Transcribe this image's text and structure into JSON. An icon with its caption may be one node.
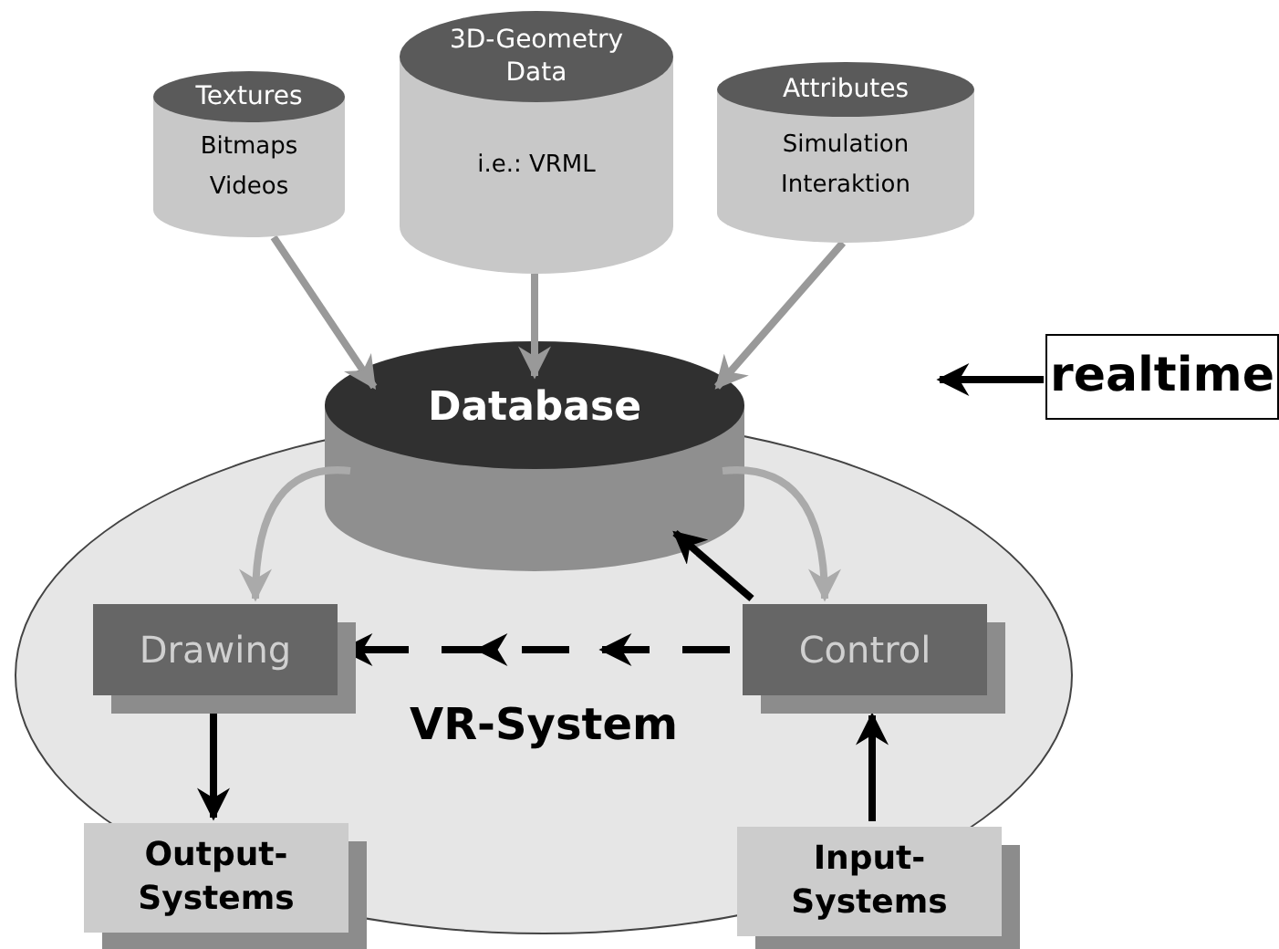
{
  "diagram": {
    "nodes": [
      {
        "text": [
          "Textures",
          "Bitmaps",
          "Videos"
        ]
      },
      {
        "text": [
          "3D-Geometry Data",
          "i.e.: VRML"
        ]
      },
      {
        "text": [
          "Attributes",
          "Simulation",
          "Interaktion"
        ]
      },
      {
        "text": [
          "VR-System"
        ]
      },
      {
        "text": [
          "Database"
        ]
      },
      {
        "text": [
          "Drawing"
        ],
        "in": 3
      },
      {
        "text": [
          "Control"
        ],
        "in": 3
      },
      {
        "text": [
          "Output-Systems"
        ],
        "in": 3
      },
      {
        "text": [
          "Input-Systems"
        ],
        "in": 3
      },
      {
        "text": [
          "realtime"
        ]
      }
    ],
    "edges": [
      {
        "from": 0,
        "to": 4,
        "arrow": "to",
        "color": "#999999"
      },
      {
        "from": 1,
        "to": 4,
        "arrow": "to",
        "color": "#999999"
      },
      {
        "from": 2,
        "to": 4,
        "arrow": "to",
        "color": "#999999"
      },
      {
        "from": 4,
        "to": 5,
        "arrow": "to",
        "color": "#aaaaaa"
      },
      {
        "from": 4,
        "to": 6,
        "arrow": "to",
        "color": "#aaaaaa"
      },
      {
        "from": 6,
        "to": 5,
        "arrow": "to",
        "style": "dashed"
      },
      {
        "from": 6,
        "to": 4,
        "arrow": "to"
      },
      {
        "from": 5,
        "to": 7,
        "arrow": "to"
      },
      {
        "from": 8,
        "to": 6,
        "arrow": "to"
      },
      {
        "from": 9,
        "to": 3,
        "arrow": "to"
      }
    ]
  }
}
